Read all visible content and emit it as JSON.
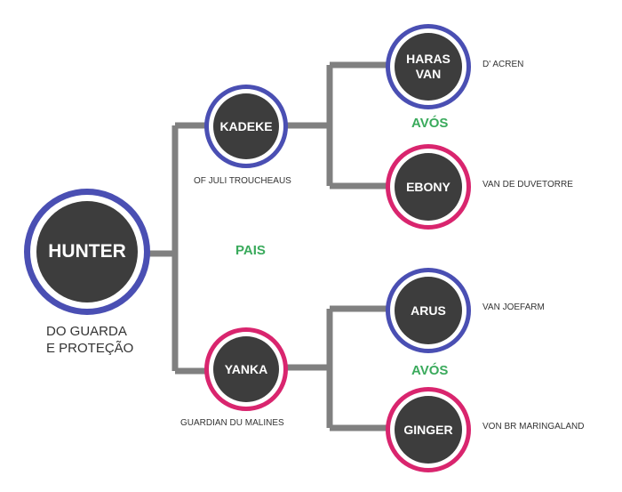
{
  "colors": {
    "sire_ring": "#4a4fb3",
    "dam_ring": "#d9256e",
    "node_fill": "#3d3d3d",
    "connector": "#808080",
    "generation_label": "#3aaa5c"
  },
  "subject": {
    "name": "HUNTER",
    "kennel_line1": "DO GUARDA",
    "kennel_line2": "E PROTEÇÃO"
  },
  "generation_labels": {
    "parents": "PAIS",
    "grandparents_top": "AVÓS",
    "grandparents_bottom": "AVÓS"
  },
  "parents": {
    "sire": {
      "name": "KADEKE",
      "kennel": "OF JULI TROUCHEAUS"
    },
    "dam": {
      "name": "YANKA",
      "kennel": "GUARDIAN DU MALINES"
    }
  },
  "grandparents": {
    "paternal_sire": {
      "name_line1": "HARAS",
      "name_line2": "VAN",
      "kennel": "D' ACREN"
    },
    "paternal_dam": {
      "name": "EBONY",
      "kennel": "VAN DE DUVETORRE"
    },
    "maternal_sire": {
      "name": "ARUS",
      "kennel": "VAN JOEFARM"
    },
    "maternal_dam": {
      "name": "GINGER",
      "kennel": "VON BR MARINGALAND"
    }
  }
}
